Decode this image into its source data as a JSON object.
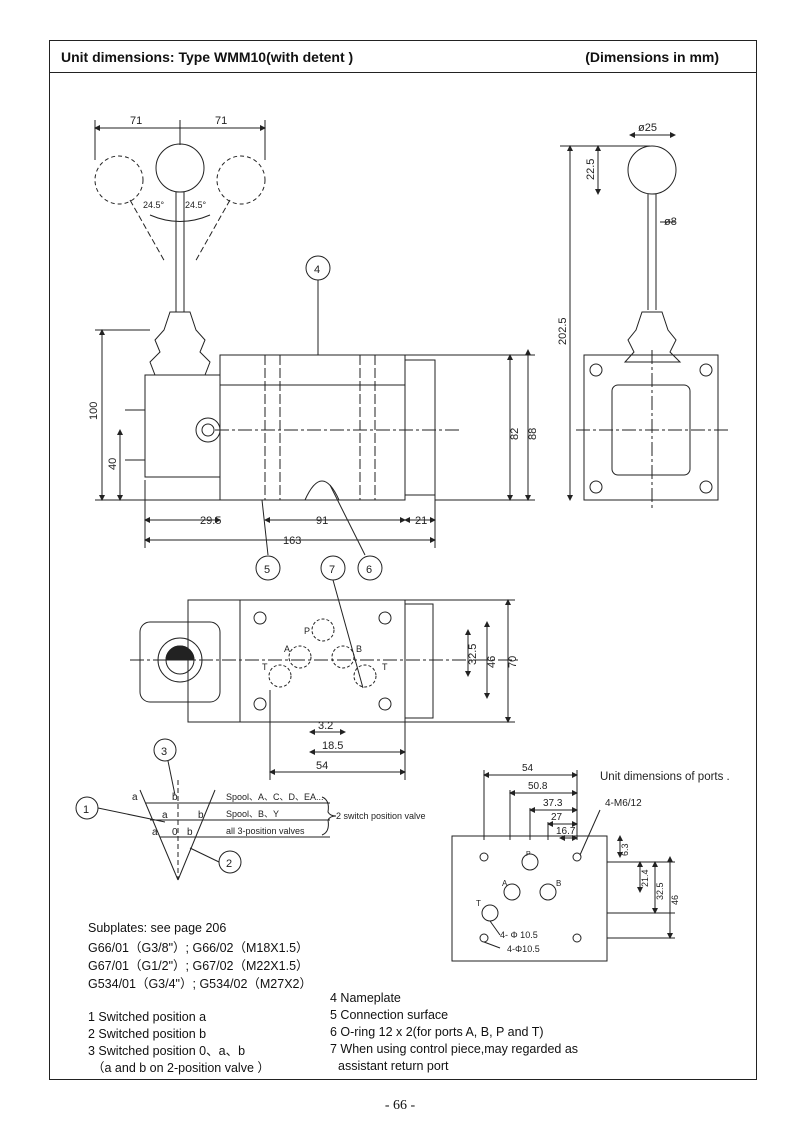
{
  "header": {
    "title": "Unit dimensions: Type WMM10(with detent )",
    "units": "(Dimensions in mm)"
  },
  "side_view": {
    "dims_top": [
      "71",
      "71"
    ],
    "angles": [
      "24.5°",
      "24.5°"
    ],
    "dims_left": [
      "100",
      "40"
    ],
    "dims_right": [
      "82",
      "88"
    ],
    "dims_bottom": [
      "29.5",
      "91",
      "21",
      "163"
    ],
    "callouts": [
      "4",
      "5",
      "6"
    ]
  },
  "end_view": {
    "dims": [
      "ø25",
      "22.5",
      "ø8",
      "202.5"
    ]
  },
  "plan_view": {
    "ports": [
      "P",
      "A",
      "B",
      "T",
      "T"
    ],
    "dims_right": [
      "32.5",
      "46",
      "70"
    ],
    "dims_bottom": [
      "3.2",
      "18.5",
      "54"
    ],
    "callout": "7"
  },
  "switch_diagram": {
    "callouts": [
      "3",
      "1",
      "2"
    ],
    "letters": [
      "a",
      "b",
      "a",
      "b",
      "a",
      "0",
      "b"
    ],
    "spool_lines": [
      "Spool、A、C、D、EA...",
      "Spool、B、Y",
      "all 3-position valves"
    ],
    "brace_label": "2 switch position valve"
  },
  "port_view": {
    "title": "Unit dimensions of ports .",
    "dims_top": [
      "54",
      "50.8",
      "37.3",
      "27",
      "16.7"
    ],
    "thread": "4-M6/12",
    "dims_right": [
      "6.3",
      "21.4",
      "32.5",
      "46"
    ],
    "ports": [
      "P",
      "A",
      "B",
      "T"
    ],
    "holes": [
      "4- Φ 10.5",
      "4-Φ10.5"
    ]
  },
  "subplates": {
    "heading": "Subplates: see page 206",
    "rows": [
      "G66/01（G3/8\"）;    G66/02（M18X1.5）",
      "G67/01（G1/2\"）;    G67/02（M22X1.5）",
      "G534/01（G3/4\"）;  G534/02（M27X2）"
    ]
  },
  "legend_left": [
    "1 Switched position a",
    "2 Switched position b",
    "3 Switched position 0、a、b",
    "（a and b on 2-position valve ）"
  ],
  "legend_right": [
    "4 Nameplate",
    "5 Connection surface",
    "6 O-ring 12 x 2(for ports A, B, P and T)",
    "7 When using control piece,may regarded as",
    "assistant return port"
  ],
  "page_number": "- 66 -"
}
